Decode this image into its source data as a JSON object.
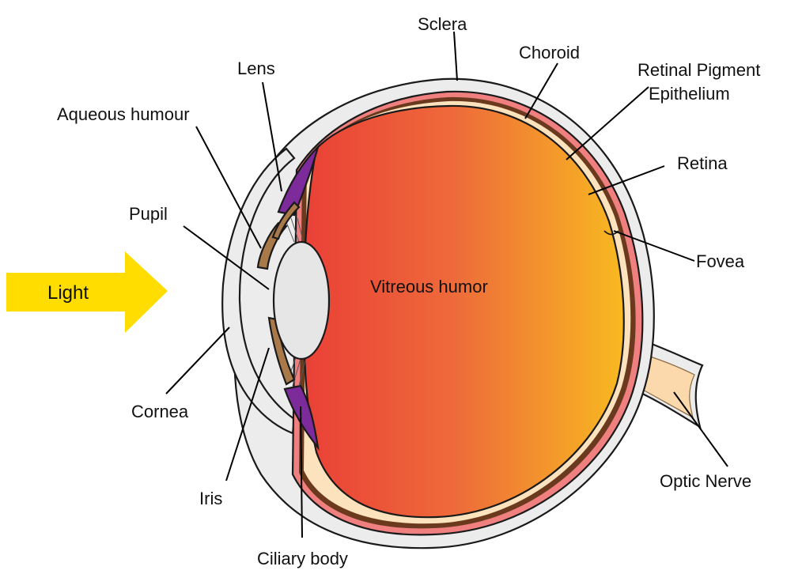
{
  "labels": {
    "sclera": "Sclera",
    "choroid": "Choroid",
    "rpe_line1": "Retinal Pigment",
    "rpe_line2": "Epithelium",
    "retina": "Retina",
    "fovea": "Fovea",
    "optic_nerve": "Optic Nerve",
    "lens": "Lens",
    "aqueous_humour": "Aqueous humour",
    "pupil": "Pupil",
    "light": "Light",
    "cornea": "Cornea",
    "iris": "Iris",
    "ciliary_body": "Ciliary body",
    "vitreous_humor": "Vitreous humor"
  },
  "colors": {
    "sclera": "#ececec",
    "choroid": "#f08080",
    "rpe": "#6b3a1e",
    "retina": "#fde3bd",
    "vitreous_left": "#ea3f37",
    "vitreous_mid": "#ee6a3a",
    "vitreous_right": "#f9c11e",
    "lens": "#e6e6e6",
    "iris": "#a9794a",
    "ciliary_body": "#7d2a9b",
    "optic_nerve": "#fcd9ad",
    "light_arrow": "#ffdd00"
  }
}
